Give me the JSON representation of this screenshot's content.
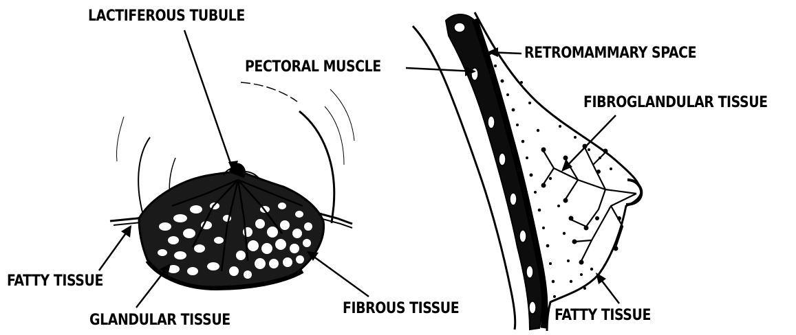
{
  "colors": {
    "ink": "#000000",
    "background": "#ffffff"
  },
  "labels": {
    "lactiferous_tubule": "LACTIFEROUS TUBULE",
    "pectoral_muscle": "PECTORAL MUSCLE",
    "retromammary_space": "RETROMAMMARY SPACE",
    "fibroglandular_tissue": "FIBROGLANDULAR TISSUE",
    "fatty_tissue_front": "FATTY TISSUE",
    "glandular_tissue": "GLANDULAR TISSUE",
    "fibrous_tissue": "FIBROUS TISSUE",
    "fatty_tissue_side": "FATTY TISSUE"
  }
}
